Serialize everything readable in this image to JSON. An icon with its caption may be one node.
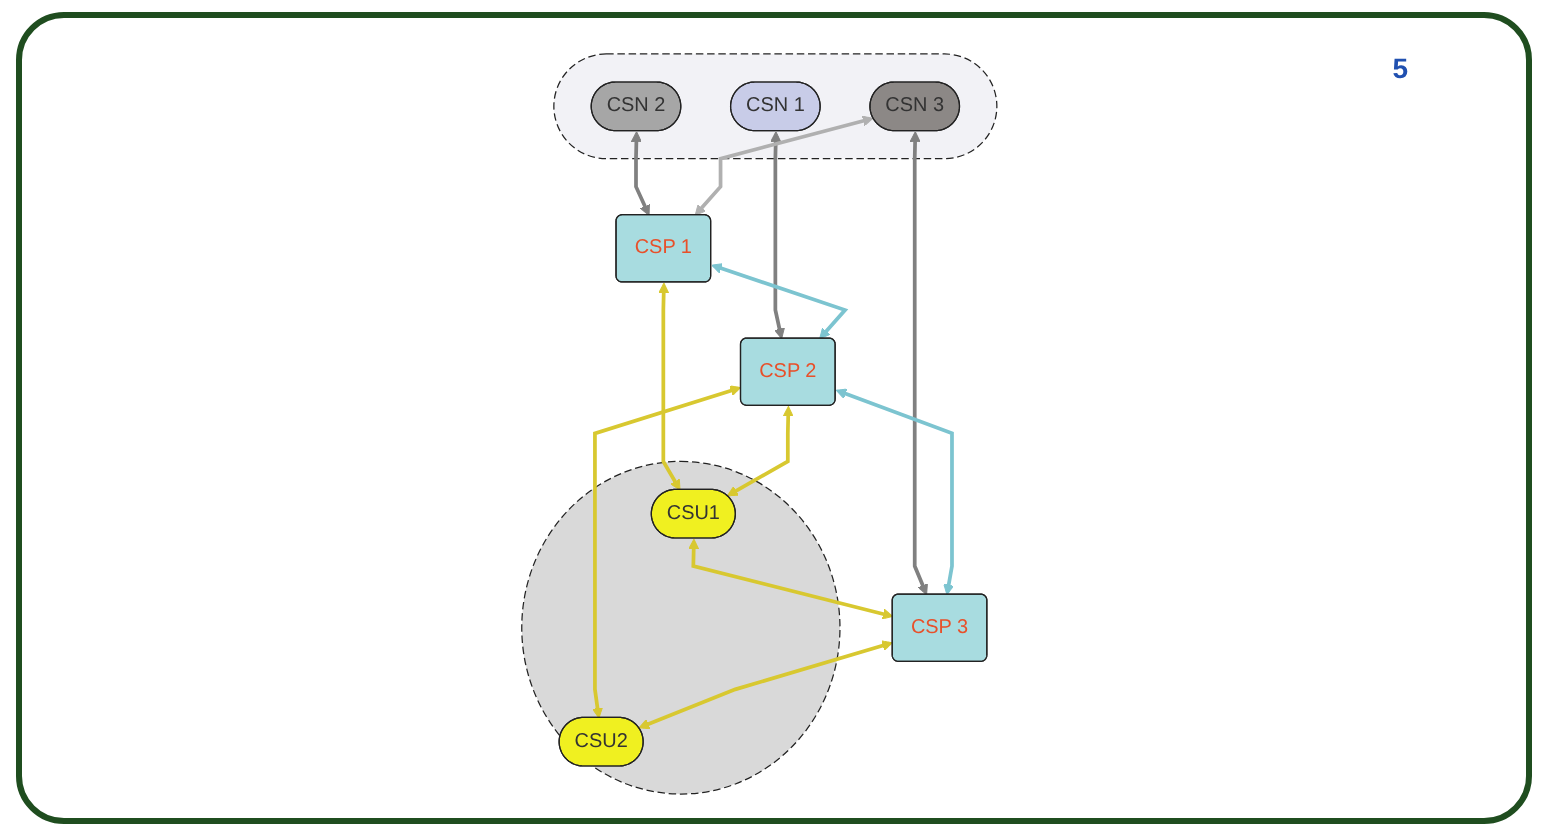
{
  "diagram": {
    "nodes": [
      {
        "text": [],
        "shape": "ellipse"
      },
      {
        "text": [
          "CSN 1"
        ],
        "in": 0
      },
      {
        "text": [
          "CSN 2"
        ],
        "in": 0
      },
      {
        "text": [
          "CSN 3"
        ],
        "in": 0
      },
      {
        "text": [
          "CSP 1"
        ]
      },
      {
        "text": [
          "CSP 2"
        ]
      },
      {
        "text": [
          "CSP 3"
        ]
      },
      {
        "text": [],
        "shape": "ellipse"
      },
      {
        "text": [
          "CSU1"
        ],
        "in": 7
      },
      {
        "text": [
          "CSU2"
        ],
        "in": 7
      }
    ],
    "edges": [
      {
        "from": 1,
        "to": 5,
        "arrow": "both",
        "color": "#808080"
      },
      {
        "from": 2,
        "to": 4,
        "arrow": "both",
        "color": "#808080"
      },
      {
        "from": 3,
        "to": 4,
        "arrow": "both",
        "color": "#b0b0b0"
      },
      {
        "from": 3,
        "to": 6,
        "arrow": "both",
        "color": "#808080"
      },
      {
        "from": 4,
        "to": 5,
        "arrow": "both",
        "color": "#7cc4d0"
      },
      {
        "from": 5,
        "to": 6,
        "arrow": "both",
        "color": "#7cc4d0"
      },
      {
        "from": 4,
        "to": 8,
        "arrow": "both"
      },
      {
        "from": 5,
        "to": 8,
        "arrow": "both"
      },
      {
        "from": 8,
        "to": 6,
        "arrow": "both"
      },
      {
        "from": 5,
        "to": 9,
        "arrow": "both"
      },
      {
        "from": 6,
        "to": 9,
        "arrow": "both"
      }
    ],
    "labels": [
      "5"
    ]
  }
}
